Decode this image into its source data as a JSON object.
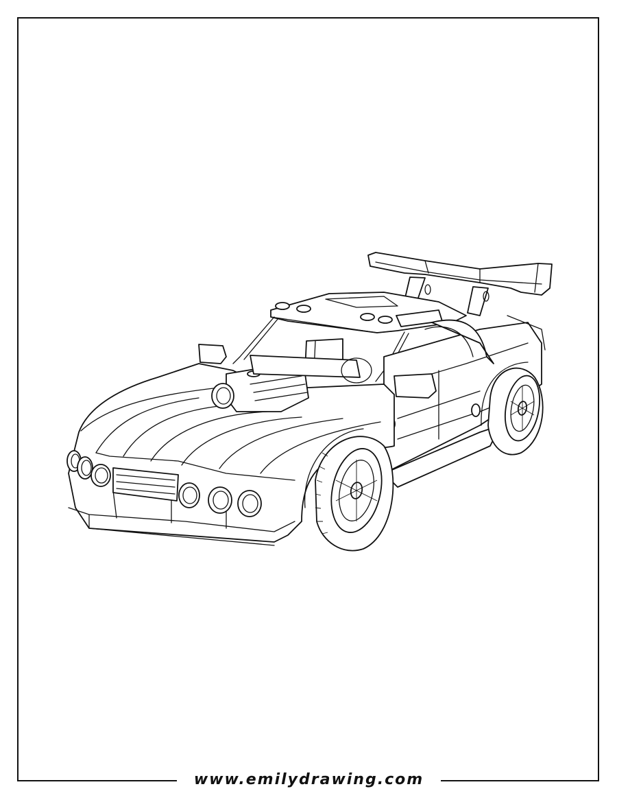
{
  "page": {
    "type": "coloring-page",
    "subject": "Lego-style sports car with rear spoiler",
    "line_color": "#111111",
    "background_color": "#ffffff"
  },
  "footer": {
    "url_text": "www.emilydrawing.com"
  },
  "artwork": {
    "description": "Black-and-white line drawing of a brick-built sports race car viewed from front-left, with a large rear wing spoiler, roll-cage bars, exposed engine on hood, six round headlights, front grille and multi-spoke wheels"
  }
}
